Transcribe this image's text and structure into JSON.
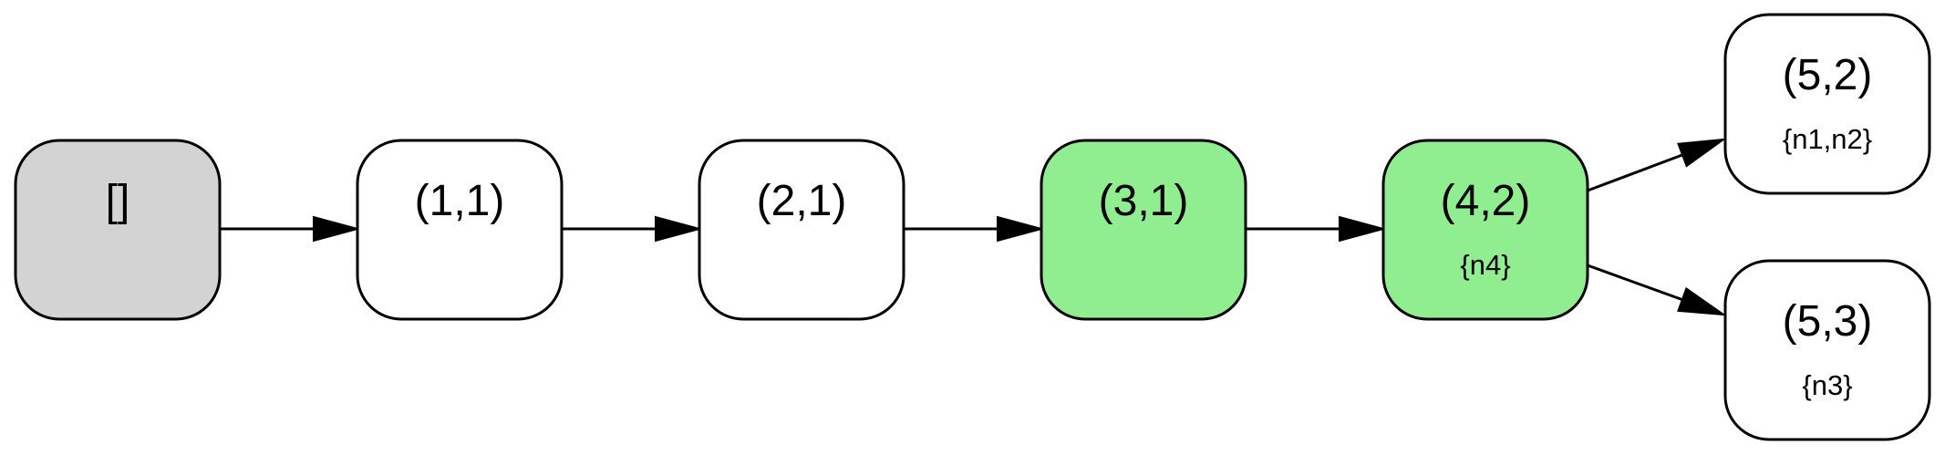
{
  "colors": {
    "root_fill": "#d3d3d3",
    "default_fill": "#ffffff",
    "highlight_fill": "#90ee90",
    "stroke": "#000000"
  },
  "nodes": [
    {
      "id": "root",
      "label": "[]",
      "sublabel": "",
      "style": "root"
    },
    {
      "id": "n11",
      "label": "(1,1)",
      "sublabel": "",
      "style": "default"
    },
    {
      "id": "n21",
      "label": "(2,1)",
      "sublabel": "",
      "style": "default"
    },
    {
      "id": "n31",
      "label": "(3,1)",
      "sublabel": "",
      "style": "highlight"
    },
    {
      "id": "n42",
      "label": "(4,2)",
      "sublabel": "{n4}",
      "style": "highlight"
    },
    {
      "id": "n52",
      "label": "(5,2)",
      "sublabel": "{n1,n2}",
      "style": "default"
    },
    {
      "id": "n53",
      "label": "(5,3)",
      "sublabel": "{n3}",
      "style": "default"
    }
  ],
  "edges": [
    {
      "from": "root",
      "to": "n11"
    },
    {
      "from": "n11",
      "to": "n21"
    },
    {
      "from": "n21",
      "to": "n31"
    },
    {
      "from": "n31",
      "to": "n42"
    },
    {
      "from": "n42",
      "to": "n52"
    },
    {
      "from": "n42",
      "to": "n53"
    }
  ]
}
